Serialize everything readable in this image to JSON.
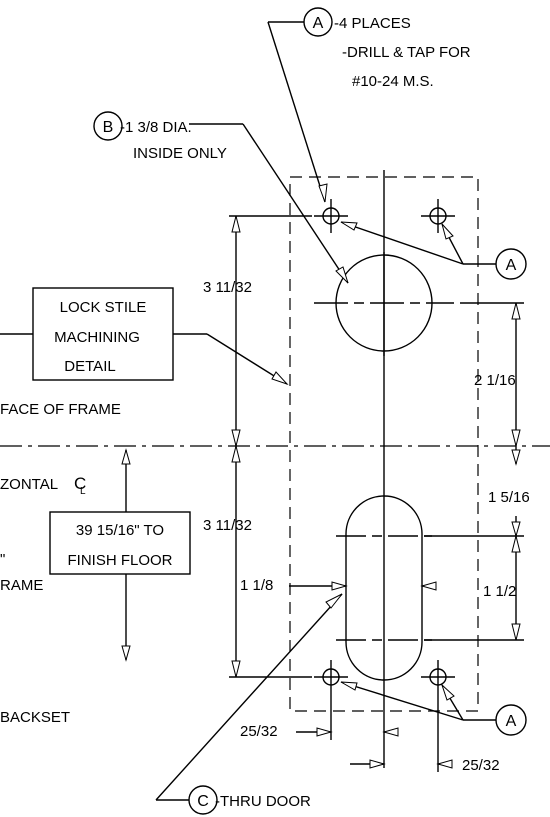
{
  "callouts": {
    "a_letter": "A",
    "a_line1": "-4 PLACES",
    "a_line2": "-DRILL & TAP FOR",
    "a_line3": "#10-24 M.S.",
    "b_letter": "B",
    "b_line1": "-1 3/8 DIA.",
    "b_line2": "INSIDE ONLY",
    "c_letter": "C",
    "c_text": "-THRU DOOR"
  },
  "detail_box": {
    "line1": "LOCK STILE",
    "line2": "MACHINING",
    "line3": "DETAIL"
  },
  "floor_box": {
    "line1": "39 15/16\" TO",
    "line2": "FINISH FLOOR"
  },
  "labels": {
    "face_of_frame": "FACE OF FRAME",
    "horizontal_cl": "ZONTAL",
    "cl_symbol": "C",
    "cl_sub": "L",
    "frag_quote": "\"",
    "frag_rame": "RAME",
    "backset": "BACKSET"
  },
  "dimensions": {
    "upper_height": "3 11/32",
    "lower_height": "3 11/32",
    "top_spacing": "2 1/16",
    "slot_offset": "1 5/16",
    "slot_height": "1 1/2",
    "slot_width": "1  1/8",
    "left_offset": "25/32",
    "right_offset": "25/32"
  }
}
